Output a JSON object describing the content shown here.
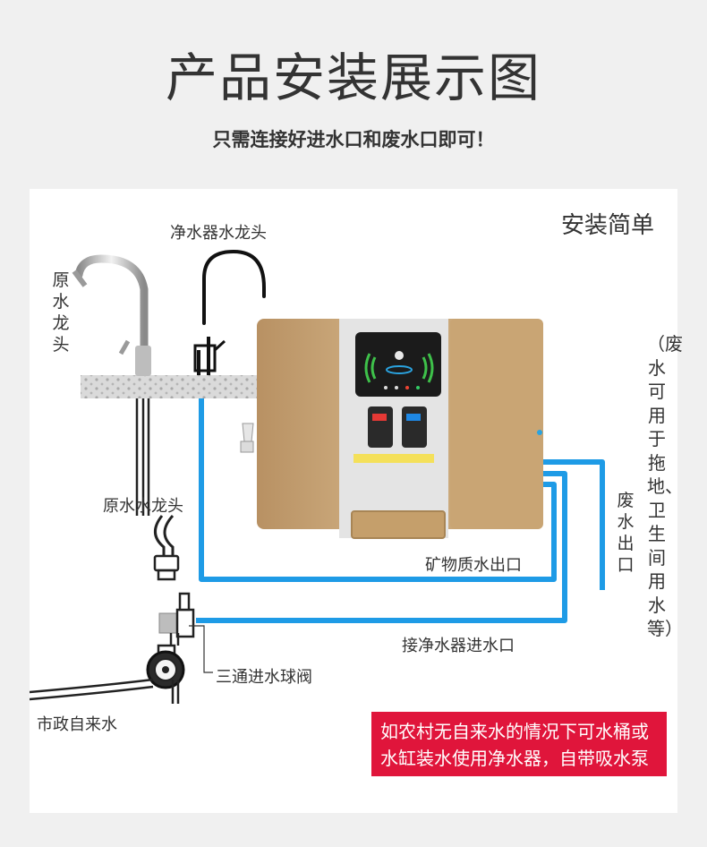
{
  "header": {
    "title": "产品安装展示图",
    "subtitle": "只需连接好进水口和废水口即可！"
  },
  "card": {
    "badge": "安装简单",
    "labels": {
      "purifier_faucet": "净水器水龙头",
      "raw_faucet_vertical": "原水龙头",
      "raw_faucet_hose": "原水水龙头",
      "mineral_outlet": "矿物质水出口",
      "purifier_inlet": "接净水器进水口",
      "three_way_valve": "三通进水球阀",
      "municipal_water": "市政自来水",
      "waste_outlet": "废水出口",
      "waste_note": "（废水可用于拖地、卫生间用水等）"
    },
    "note": {
      "line1": "如农村无自来水的情况下可水桶或",
      "line2": "水缸装水使用净水器，自带吸水泵"
    }
  },
  "colors": {
    "pipe_blue": "#1e9be6",
    "note_red": "#e0153b",
    "machine_gold": "#c9a574",
    "counter_gray": "#d8d8d8"
  }
}
